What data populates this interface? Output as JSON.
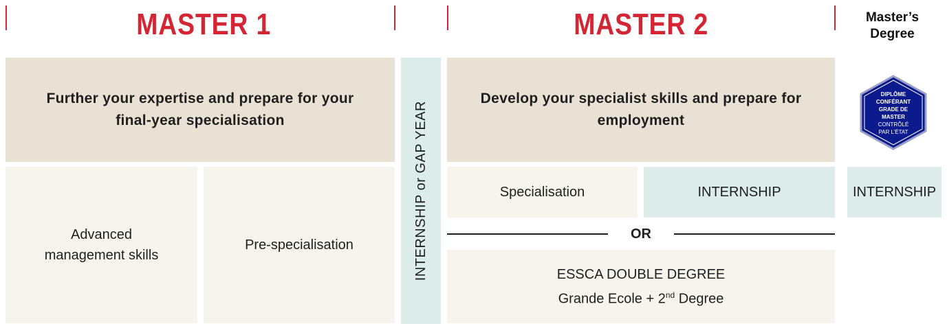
{
  "header": {
    "master1": "MASTER 1",
    "master2": "MASTER 2",
    "degree": "Master’s Degree"
  },
  "master1": {
    "top_text": "Further your expertise and prepare for your final-year specialisation",
    "advanced": "Advanced management skills",
    "pre_spec": "Pre-specialisation"
  },
  "gap_year": "INTERNSHIP or GAP YEAR",
  "master2": {
    "top_text": "Develop your specialist skills and prepare for employment",
    "specialisation": "Specialisation",
    "internship": "INTERNSHIP",
    "or": "OR",
    "double_degree_line1": "ESSCA DOUBLE DEGREE",
    "double_degree_line2_a": "Grande Ecole + 2",
    "double_degree_sup": "nd",
    "double_degree_line2_b": " Degree"
  },
  "degree_column": {
    "badge_lines": [
      "DIPLÔME",
      "CONFÉRANT",
      "GRADE DE",
      "MASTER",
      "CONTRÔLÉ",
      "PAR L’ÉTAT"
    ],
    "internship": "INTERNSHIP"
  },
  "colors": {
    "accent_red": "#d42534",
    "tan": "#e9e1d3",
    "cream": "#f7f4ee",
    "mint": "#dcecea",
    "badge_blue": "#0b1a8c"
  }
}
